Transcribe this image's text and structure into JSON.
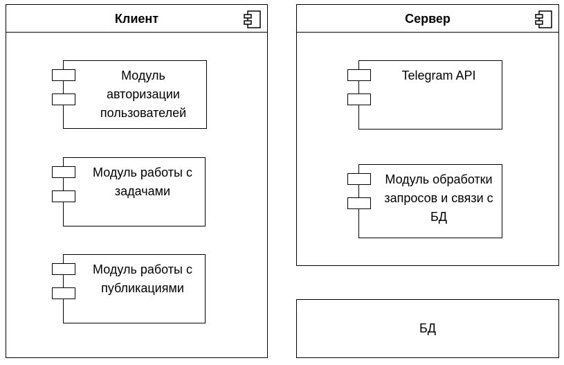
{
  "client": {
    "title": "Клиент",
    "components": [
      {
        "label": "Модуль авторизации пользователей"
      },
      {
        "label": "Модуль работы с задачами"
      },
      {
        "label": "Модуль работы с публикациями"
      }
    ]
  },
  "server": {
    "title": "Сервер",
    "components": [
      {
        "label": "Telegram API"
      },
      {
        "label": "Модуль обработки запросов и связи с БД"
      }
    ]
  },
  "db": {
    "label": "БД"
  }
}
